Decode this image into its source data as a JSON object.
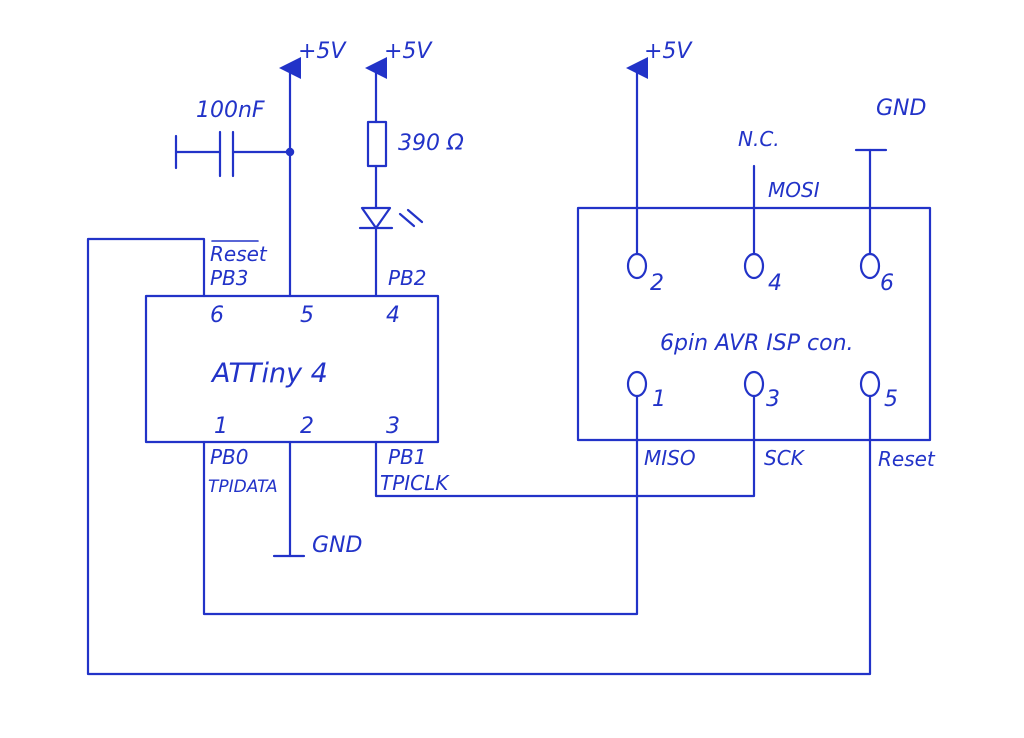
{
  "chip": {
    "name": "ATTiny 4",
    "pins_top": [
      "6",
      "5",
      "4"
    ],
    "pins_bottom": [
      "1",
      "2",
      "3"
    ],
    "reset_label": "Reset",
    "pb3_label": "PB3",
    "pb2_label": "PB2",
    "pb0_label": "PB0",
    "tpidata_label": "TPIDATA",
    "pb1_label": "PB1",
    "tpiclk_label": "TPICLK"
  },
  "power": {
    "vcc_chip": "+5V",
    "vcc_led": "+5V",
    "vcc_isp": "+5V",
    "gnd_chip": "GND",
    "gnd_isp": "GND"
  },
  "components": {
    "capacitor": "100nF",
    "resistor": "390 Ω"
  },
  "isp": {
    "title": "6pin AVR ISP con.",
    "pins": [
      "2",
      "4",
      "6",
      "1",
      "3",
      "5"
    ],
    "nc_label": "N.C.",
    "mosi_label": "MOSI",
    "miso_label": "MISO",
    "sck_label": "SCK",
    "reset_label": "Reset"
  }
}
